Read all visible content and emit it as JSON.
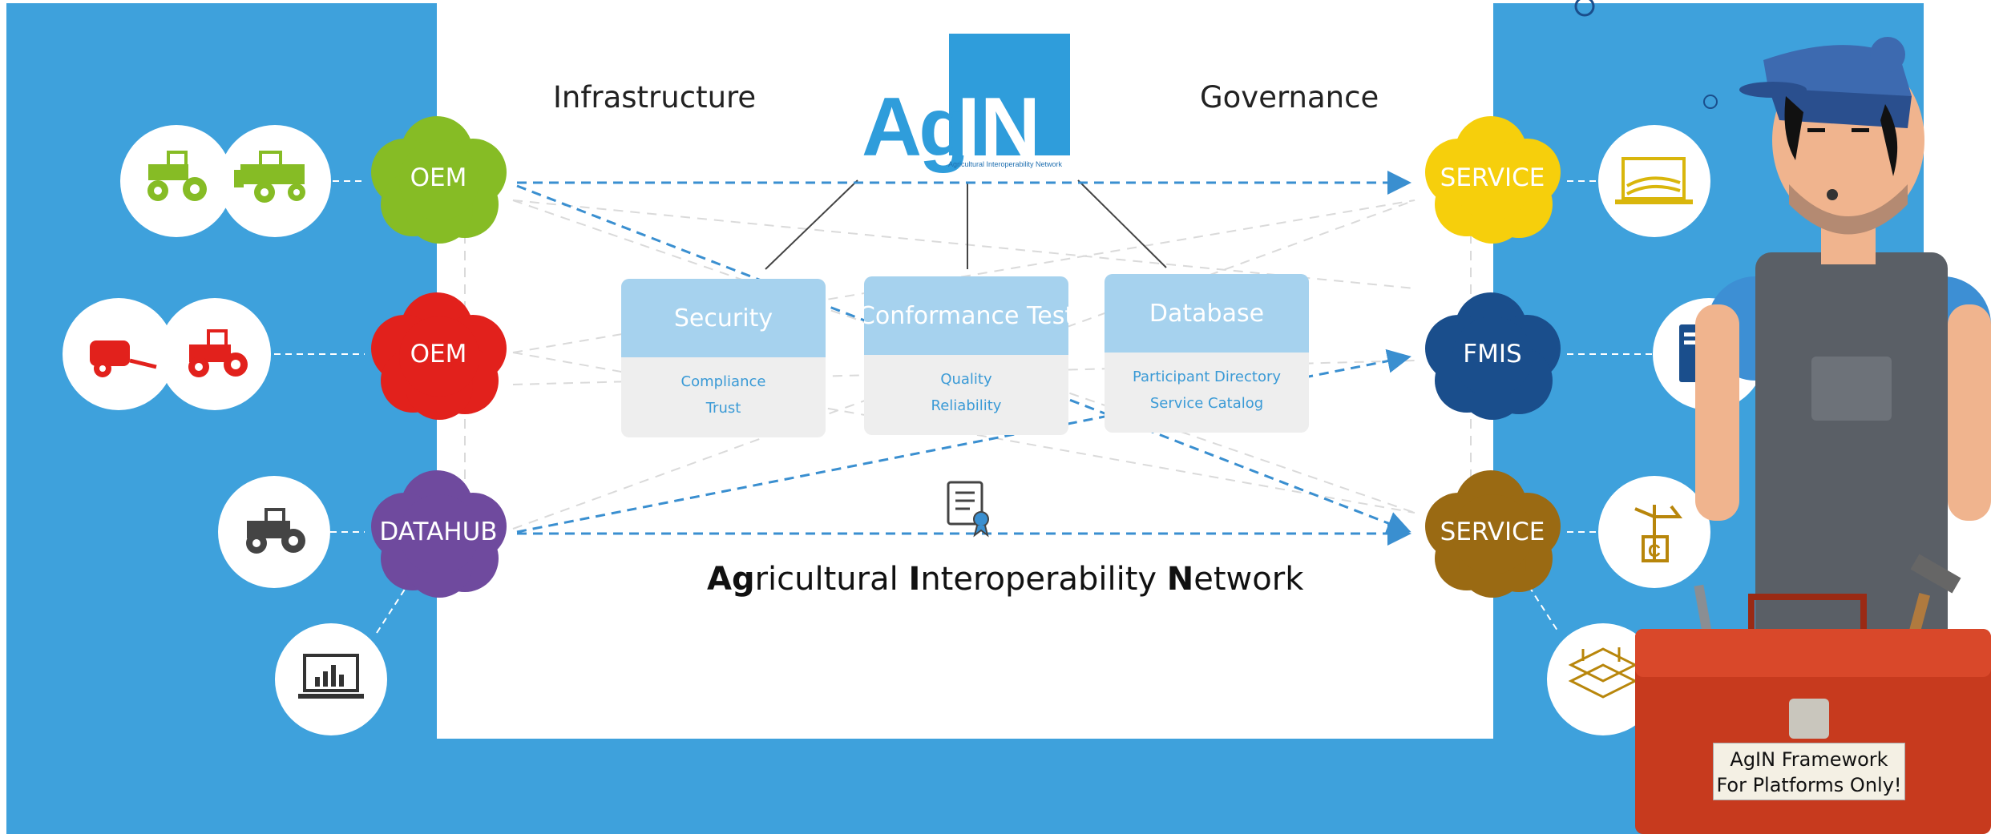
{
  "headings": {
    "infrastructure": "Infrastructure",
    "governance": "Governance"
  },
  "logo": {
    "text": "AgIN",
    "subtitle": "Agricultural Interoperability Network"
  },
  "clouds": {
    "oem_green": "OEM",
    "oem_red": "OEM",
    "datahub": "DATAHUB",
    "service_yellow": "SERVICE",
    "fmis": "FMIS",
    "service_brown": "SERVICE"
  },
  "boxes": [
    {
      "title": "Security",
      "lines": [
        "Compliance",
        "Trust"
      ]
    },
    {
      "title": "Conformance Test",
      "lines": [
        "Quality",
        "Reliability"
      ]
    },
    {
      "title": "Database",
      "lines": [
        "Participant Directory",
        "Service Catalog"
      ]
    }
  ],
  "tagline": {
    "p1_bold": "Ag",
    "p1": "ricultural ",
    "p2_bold": "I",
    "p2": "nteroperability ",
    "p3_bold": "N",
    "p3": "etwork"
  },
  "toolbox_sign": {
    "line1": "AgIN Framework",
    "line2": "For Platforms Only!"
  },
  "colors": {
    "background": "#3ea1dc",
    "oem_green": "#86bc25",
    "oem_red": "#e2211c",
    "datahub": "#6f4a9e",
    "service_yellow": "#f6cf0c",
    "fmis": "#1a4e8c",
    "service_brown": "#9a6a13",
    "logo": "#2f9ddb"
  },
  "icons": [
    "tractor-icon",
    "combine-harvester-icon",
    "baler-icon",
    "laptop-chart-icon",
    "laptop-field-icon",
    "server-icon",
    "weather-station-icon",
    "field-map-icon",
    "certificate-icon",
    "mechanic-character",
    "toolbox-icon"
  ]
}
